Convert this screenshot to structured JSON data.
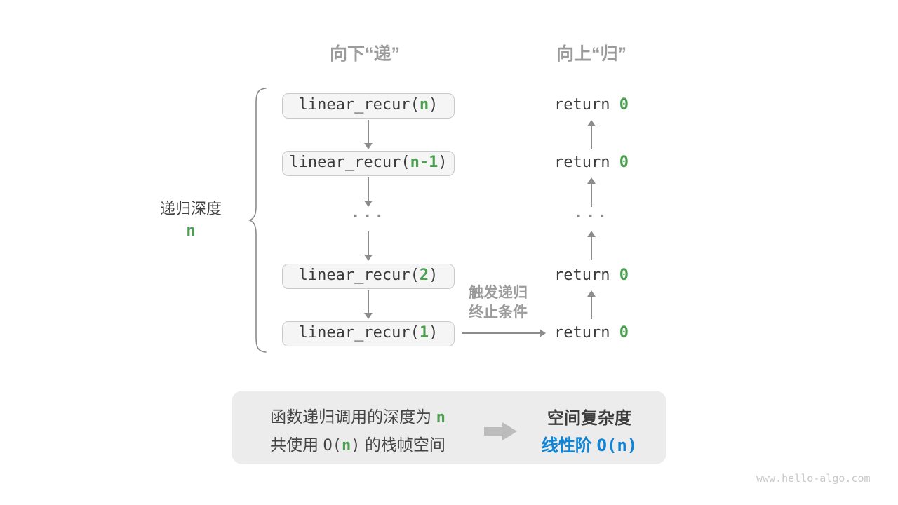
{
  "diagram": {
    "header_left": "向下“递”",
    "header_right": "向上“归”",
    "depth_label": {
      "text": "递归深度",
      "var": "n"
    },
    "calls": {
      "items": [
        {
          "pre": "linear_recur(",
          "arg": "n",
          "post": ")"
        },
        {
          "pre": "linear_recur(",
          "arg": "n-1",
          "post": ")"
        },
        {
          "pre": "linear_recur(",
          "arg": "2",
          "post": ")"
        },
        {
          "pre": "linear_recur(",
          "arg": "1",
          "post": ")"
        }
      ],
      "ellipsis": "..."
    },
    "returns": {
      "items": [
        {
          "pre": "return ",
          "val": "0"
        },
        {
          "pre": "return ",
          "val": "0"
        },
        {
          "pre": "return ",
          "val": "0"
        },
        {
          "pre": "return ",
          "val": "0"
        }
      ],
      "ellipsis": "..."
    },
    "trigger_label": {
      "line1": "触发递归",
      "line2": "终止条件"
    }
  },
  "summary": {
    "line1": {
      "pre": "函数递归调用的深度为 ",
      "var": "n"
    },
    "line2": {
      "pre": "共使用 ",
      "code_pre": "O(",
      "var": "n",
      "code_post": ")",
      "post": " 的栈帧空间"
    },
    "title": "空间复杂度",
    "result": {
      "pre": "线性阶 ",
      "code": "O(n)"
    }
  },
  "watermark": "www.hello-algo.com",
  "colors": {
    "accent_green": "#4c9e50",
    "accent_blue": "#0d84d6",
    "label_gray": "#9b9b9b",
    "arrow_gray": "#8c8c8c",
    "box_bg": "#f5f5f6",
    "box_border": "#c7c9cb",
    "summary_bg": "#ececec"
  }
}
